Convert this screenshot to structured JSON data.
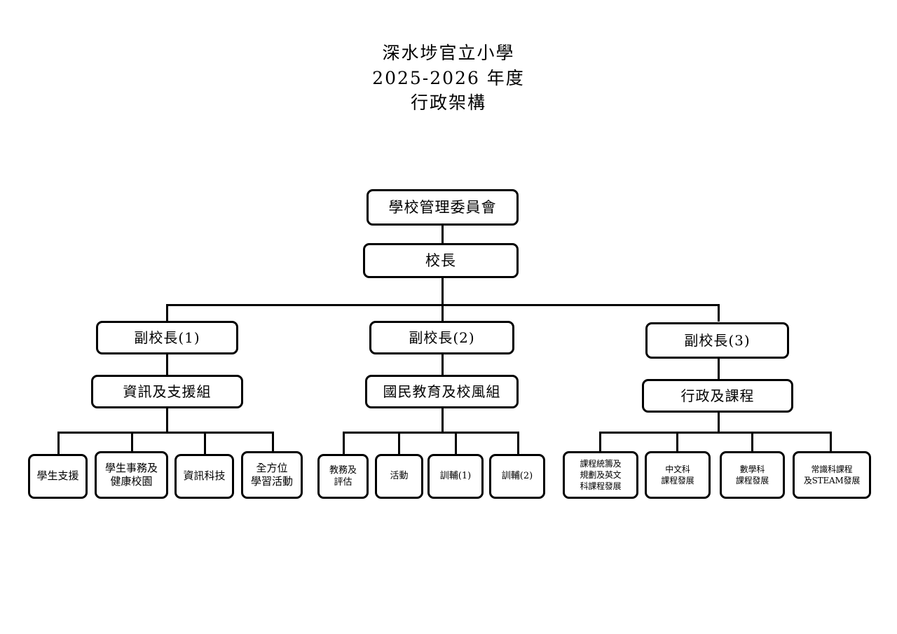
{
  "title": {
    "line1": "深水埗官立小學",
    "line2": "2025-2026 年度",
    "line3": "行政架構"
  },
  "chart_data": {
    "type": "diagram",
    "diagram_type": "organization-chart",
    "title": "深水埗官立小學 2025-2026 年度 行政架構",
    "orientation": "top-down",
    "levels": 4,
    "nodes": [
      {
        "id": "smc",
        "label": "學校管理委員會",
        "level": 0,
        "parent": null
      },
      {
        "id": "prin",
        "label": "校長",
        "level": 1,
        "parent": "smc"
      },
      {
        "id": "vp1",
        "label": "副校長(1)",
        "level": 2,
        "parent": "prin"
      },
      {
        "id": "vp2",
        "label": "副校長(2)",
        "level": 2,
        "parent": "prin"
      },
      {
        "id": "vp3",
        "label": "副校長(3)",
        "level": 2,
        "parent": "prin"
      },
      {
        "id": "dep1",
        "label": "資訊及支援組",
        "level": 3,
        "parent": "vp1"
      },
      {
        "id": "dep2",
        "label": "國民教育及校風組",
        "level": 3,
        "parent": "vp2"
      },
      {
        "id": "dep3",
        "label": "行政及課程",
        "level": 3,
        "parent": "vp3"
      },
      {
        "id": "l1",
        "label": "學生支援",
        "level": 4,
        "parent": "dep1"
      },
      {
        "id": "l2",
        "label": "學生事務及\n健康校園",
        "level": 4,
        "parent": "dep1"
      },
      {
        "id": "l3",
        "label": "資訊科技",
        "level": 4,
        "parent": "dep1"
      },
      {
        "id": "l4",
        "label": "全方位\n學習活動",
        "level": 4,
        "parent": "dep1"
      },
      {
        "id": "m1",
        "label": "教務及\n評估",
        "level": 4,
        "parent": "dep2"
      },
      {
        "id": "m2",
        "label": "活動",
        "level": 4,
        "parent": "dep2"
      },
      {
        "id": "m3",
        "label": "訓輔(1)",
        "level": 4,
        "parent": "dep2"
      },
      {
        "id": "m4",
        "label": "訓輔(2)",
        "level": 4,
        "parent": "dep2"
      },
      {
        "id": "r1",
        "label": "課程統籌及\n規劃及英文\n科課程發展",
        "level": 4,
        "parent": "dep3"
      },
      {
        "id": "r2",
        "label": "中文科\n課程發展",
        "level": 4,
        "parent": "dep3"
      },
      {
        "id": "r3",
        "label": "數學科\n課程發展",
        "level": 4,
        "parent": "dep3"
      },
      {
        "id": "r4",
        "label": "常識科課程\n及STEAM發展",
        "level": 4,
        "parent": "dep3"
      }
    ],
    "colors": {
      "box_border": "#000000",
      "box_fill": "#ffffff",
      "text": "#000000",
      "connector": "#000000"
    }
  },
  "nodes": {
    "smc": "學校管理委員會",
    "prin": "校長",
    "vp1": "副校長(1)",
    "vp2": "副校長(2)",
    "vp3": "副校長(3)",
    "dep1": "資訊及支援組",
    "dep2": "國民教育及校風組",
    "dep3": "行政及課程",
    "l1": "學生支援",
    "l2": "學生事務及\n健康校園",
    "l3": "資訊科技",
    "l4": "全方位\n學習活動",
    "m1": "教務及\n評估",
    "m2": "活動",
    "m3": "訓輔(1)",
    "m4": "訓輔(2)",
    "r1": "課程統籌及\n規劃及英文\n科課程發展",
    "r2": "中文科\n課程發展",
    "r3": "數學科\n課程發展",
    "r4": "常識科課程\n及STEAM發展"
  }
}
